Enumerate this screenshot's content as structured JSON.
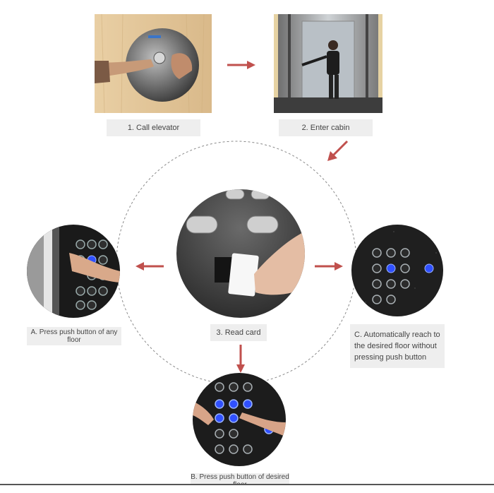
{
  "steps": {
    "s1": "1. Call elevator",
    "s2": "2. Enter cabin",
    "s3": "3. Read card",
    "a": "A. Press push button of any floor",
    "b": "B. Press push button of desired floor",
    "c": "C. Automatically reach to the desired floor without pressing push button"
  },
  "colors": {
    "arrow": "#c0504d",
    "label_bg": "#eeeeee",
    "dashed_circle": "#888888"
  },
  "icons": {
    "arrow": "arrow-icon",
    "card": "access-card-icon"
  }
}
